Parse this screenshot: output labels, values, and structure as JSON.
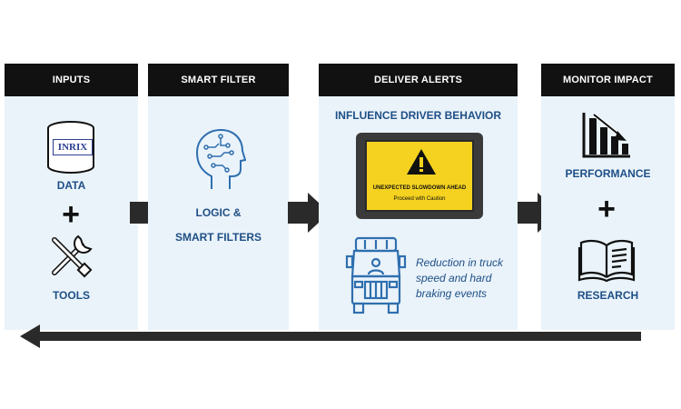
{
  "colors": {
    "panel_bg": "#eaf3fa",
    "header_bg": "#111111",
    "label_blue": "#1e4f86",
    "alert_yellow": "#f5d21f",
    "dark": "#2a2a2a"
  },
  "columns": {
    "inputs": {
      "header": "INPUTS",
      "logo_text": "INRIX",
      "data_label": "DATA",
      "plus": "+",
      "tools_label": "TOOLS"
    },
    "smart_filter": {
      "header": "SMART FILTER",
      "line1": "LOGIC &",
      "line2": "SMART FILTERS"
    },
    "deliver_alerts": {
      "header": "DELIVER ALERTS",
      "title": "INFLUENCE DRIVER BEHAVIOR",
      "sign_line1": "UNEXPECTED SLOWDOWN AHEAD",
      "sign_line2": "Proceed with Caution",
      "note_line1": "Reduction in truck",
      "note_line2": "speed and hard",
      "note_line3": "braking events"
    },
    "monitor_impact": {
      "header": "MONITOR IMPACT",
      "performance_label": "PERFORMANCE",
      "plus": "+",
      "research_label": "RESEARCH"
    }
  },
  "icons": [
    "database-icon",
    "tools-icon",
    "brain-circuit-icon",
    "warning-icon",
    "truck-icon",
    "bar-chart-down-icon",
    "book-icon",
    "right-arrow-icon",
    "feedback-arrow-icon"
  ]
}
